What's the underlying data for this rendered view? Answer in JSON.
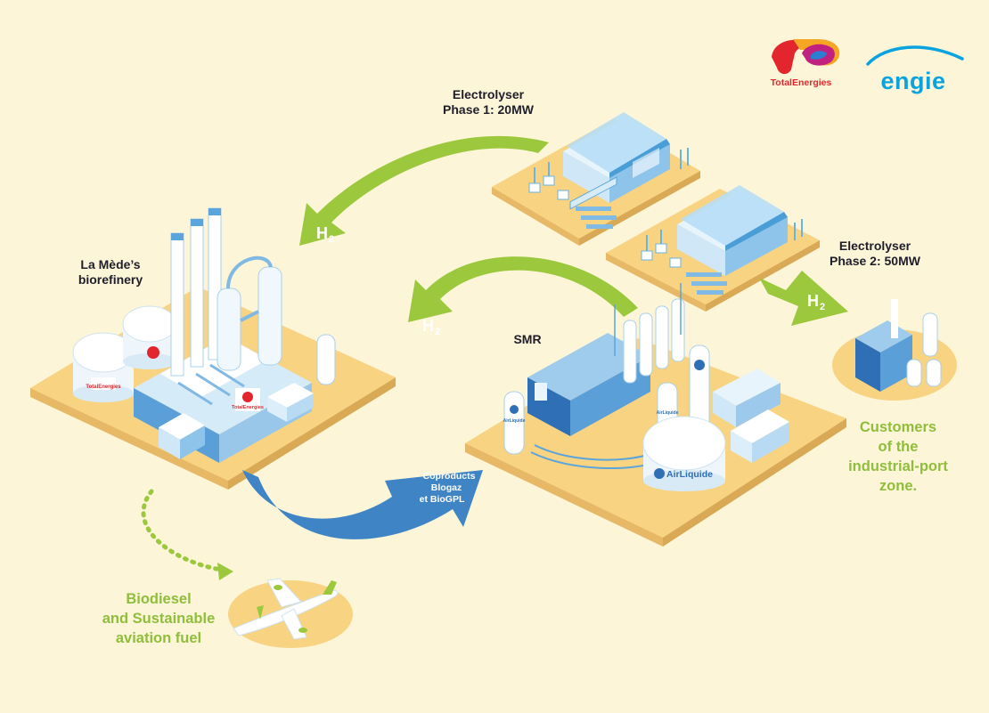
{
  "logos": {
    "totalenergies": "TotalEnergies",
    "engie": "ENGIE"
  },
  "labels": {
    "electrolyser1": [
      "Electrolyser",
      "Phase 1: 20MW"
    ],
    "electrolyser2": [
      "Electrolyser",
      "Phase 2: 50MW"
    ],
    "biorefinery": [
      "La Mède’s",
      "biorefinery"
    ],
    "smr": "SMR",
    "customers": [
      "Customers",
      "of  the",
      "industrial-port",
      "zone."
    ],
    "biodiesel": [
      "Biodiesel",
      "and Sustainable",
      "aviation fuel"
    ],
    "coproducts": [
      "Coproducts",
      "Blogaz",
      "et BioGPL"
    ]
  },
  "flows": {
    "h2_main": "H",
    "h2_sub": "2"
  },
  "building_signs": {
    "totalenergies": "TotalEnergies",
    "airliquide": "AirLiquide"
  },
  "colors": {
    "background": "#fcf5d8",
    "platform": "#f7d382",
    "hydrogen_arrow": "#9cc83e",
    "coproduct_arrow": "#3f85c6",
    "green_text": "#8fbe3c",
    "dark_text": "#1e1e2a",
    "total_red": "#e3262e",
    "engie_blue": "#0aa3e0"
  }
}
